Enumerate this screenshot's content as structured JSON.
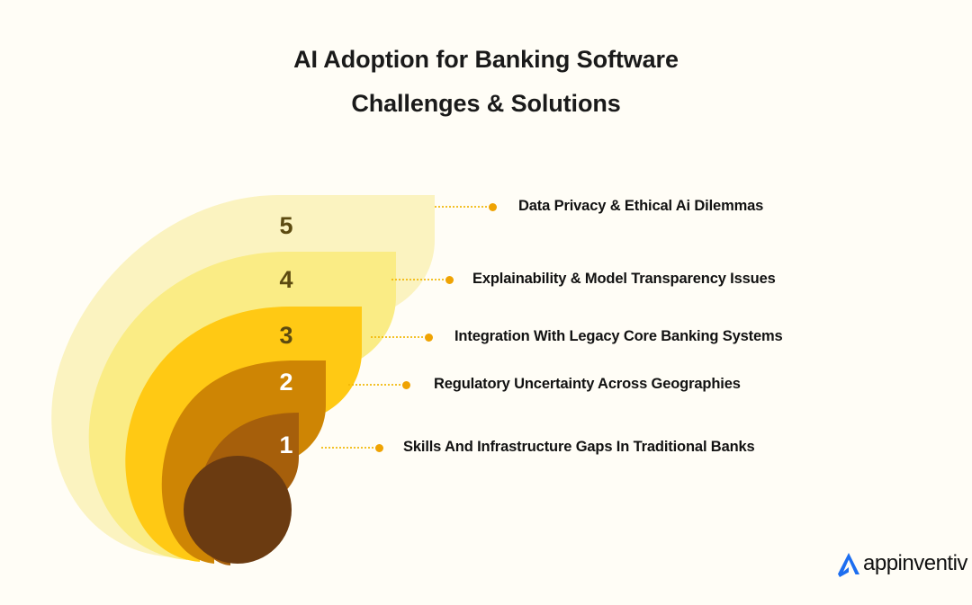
{
  "background_color": "#FFFDF6",
  "title": {
    "line1": "AI Adoption for Banking Software",
    "line2": "Challenges & Solutions"
  },
  "chart_data": {
    "type": "bar",
    "title": "AI Adoption for Banking Software Challenges & Solutions",
    "subtitle": "Challenges & Solutions",
    "xlabel": "",
    "ylabel": "",
    "categories": [
      "1",
      "2",
      "3",
      "4",
      "5"
    ],
    "values": [
      1,
      2,
      3,
      4,
      5
    ],
    "grid": false,
    "legend_position": "right",
    "annotations": [
      "Skills And Infrastructure Gaps In Traditional Banks",
      "Regulatory Uncertainty Across Geographies",
      "Integration With Legacy Core Banking Systems",
      "Explainability & Model Transparency Issues",
      "Data Privacy & Ethical Ai Dilemmas"
    ]
  },
  "items": [
    {
      "number": "5",
      "label": "Data Privacy & Ethical Ai Dilemmas",
      "color": "#FBF3C0",
      "number_color": "#5C4A10"
    },
    {
      "number": "4",
      "label": "Explainability & Model Transparency Issues",
      "color": "#FAEC85",
      "number_color": "#5C4A10"
    },
    {
      "number": "3",
      "label": "Integration With Legacy Core Banking Systems",
      "color": "#FFC914",
      "number_color": "#5C4A10"
    },
    {
      "number": "2",
      "label": "Regulatory Uncertainty Across Geographies",
      "color": "#CE8504",
      "number_color": "#FFFFFF"
    },
    {
      "number": "1",
      "label": "Skills And Infrastructure Gaps In Traditional Banks",
      "color": "#A65F0B",
      "number_color": "#FFFFFF"
    }
  ],
  "center_circle": {
    "color": "#6B3B11"
  },
  "connector": {
    "line_color": "#F2B705",
    "dot_color": "#EFA303"
  },
  "logo": {
    "name": "appinventiv",
    "mark_color": "#1D6EF0"
  }
}
